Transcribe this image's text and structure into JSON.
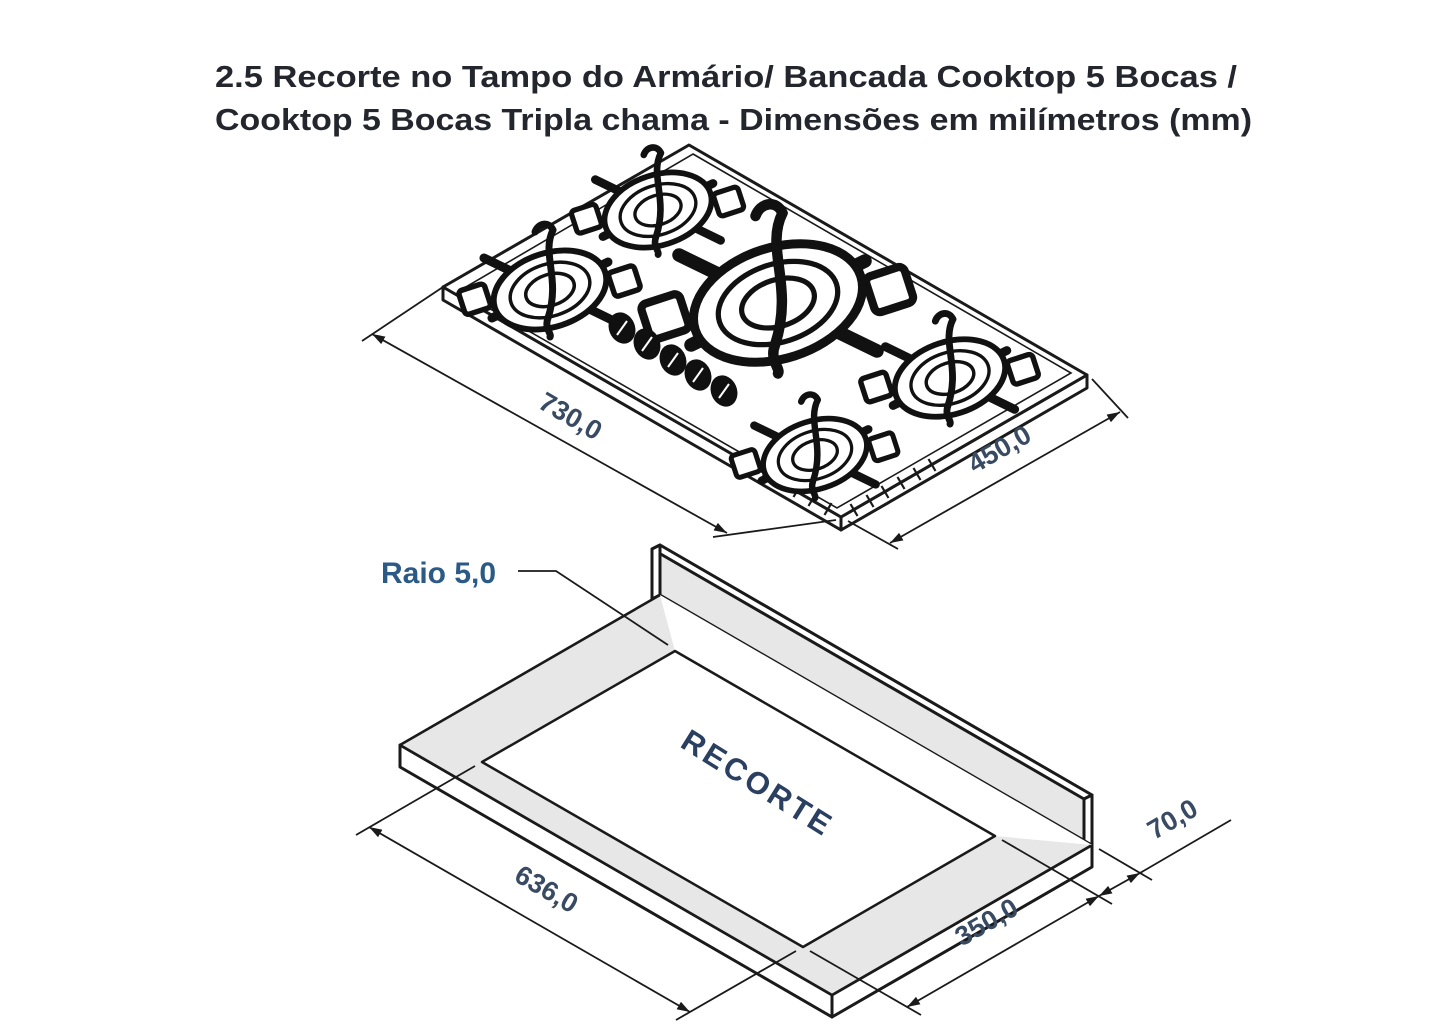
{
  "title": {
    "line1": "2.5 Recorte no Tampo do Armário/ Bancada Cooktop 5 Bocas /",
    "line2": "Cooktop 5 Bocas Tripla chama - Dimensões em milímetros (mm)"
  },
  "cooktop": {
    "width_label": "730,0",
    "depth_label": "450,0",
    "burner_count": 5,
    "knob_count": 5
  },
  "cutout": {
    "radius_label": "Raio 5,0",
    "area_label": "RECORTE",
    "length_label": "636,0",
    "width_label": "350,0",
    "back_clearance_label": "70,0"
  },
  "colors": {
    "line": "#1a1a1a",
    "title_text": "#23262d",
    "dimension_text": "#394b63",
    "radius_text": "#2b5a86",
    "recorte_text": "#2b3f60",
    "surface_gray": "#e7e7e7",
    "background": "#ffffff"
  }
}
